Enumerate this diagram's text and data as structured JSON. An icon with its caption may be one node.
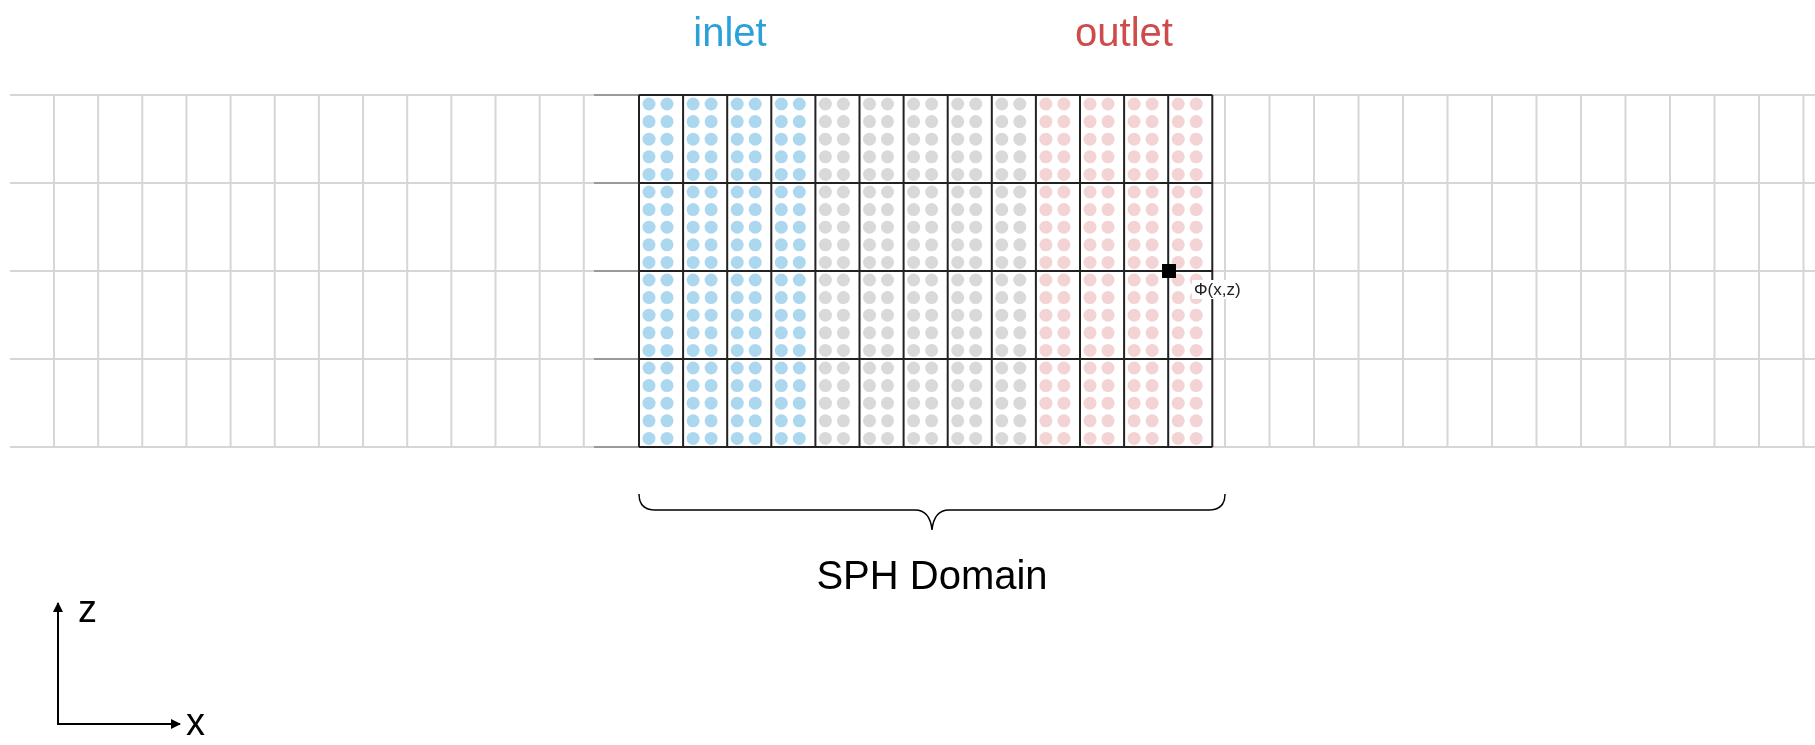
{
  "diagram": {
    "labels": [
      "inlet",
      "outlet",
      "Φ(x,z)",
      "SPH Domain",
      "z",
      "x"
    ]
  }
}
